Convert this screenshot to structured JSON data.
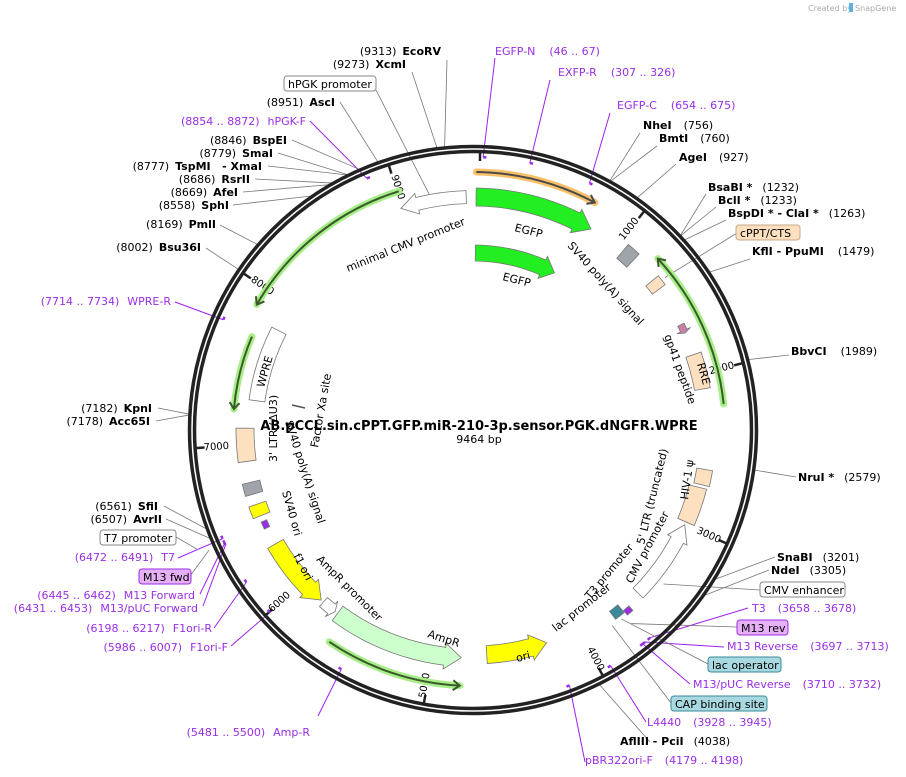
{
  "credit": {
    "created_by": "Created by",
    "brand": "SnapGene"
  },
  "plasmid": {
    "name": "AB.pCCL.sin.cPPT.GFP.miR-210-3p.sensor.PGK.dNGFR.WPRE",
    "length_label": "9464 bp",
    "length": 9464
  },
  "ticks": [
    "1000",
    "2000",
    "3000",
    "4000",
    "5000",
    "6000",
    "7000",
    "8000",
    "9000"
  ],
  "enzymes": [
    {
      "pos": "(9313)",
      "name": "EcoRV",
      "bp": 9313
    },
    {
      "pos": "(9273)",
      "name": "XcmI",
      "bp": 9273
    },
    {
      "pos": "(8951)",
      "name": "AscI",
      "bp": 8951
    },
    {
      "pos": "(8846)",
      "name": "BspEI",
      "bp": 8846
    },
    {
      "pos": "(8779)",
      "name": "SmaI",
      "bp": 8779
    },
    {
      "pos": "(8777)",
      "name": "TspMI   - XmaI",
      "bp": 8777
    },
    {
      "pos": "(8686)",
      "name": "RsrII",
      "bp": 8686
    },
    {
      "pos": "(8669)",
      "name": "AfeI",
      "bp": 8669
    },
    {
      "pos": "(8558)",
      "name": "SphI",
      "bp": 8558
    },
    {
      "pos": "(8169)",
      "name": "PmlI",
      "bp": 8169
    },
    {
      "pos": "(8002)",
      "name": "Bsu36I",
      "bp": 8002
    },
    {
      "pos": "(7182)",
      "name": "KpnI",
      "bp": 7182
    },
    {
      "pos": "(7178)",
      "name": "Acc65I",
      "bp": 7178
    },
    {
      "pos": "(6561)",
      "name": "SfiI",
      "bp": 6561
    },
    {
      "pos": "(6507)",
      "name": "AvrII",
      "bp": 6507
    },
    {
      "pos": "(756)",
      "name": "NheI",
      "bp": 756
    },
    {
      "pos": "(760)",
      "name": "BmtI",
      "bp": 760
    },
    {
      "pos": "(927)",
      "name": "AgeI",
      "bp": 927
    },
    {
      "pos": "(1232)",
      "name": "BsaBI *",
      "bp": 1232
    },
    {
      "pos": "(1233)",
      "name": "BclI *",
      "bp": 1233
    },
    {
      "pos": "(1263)",
      "name": "BspDI *  - ClaI *",
      "bp": 1263
    },
    {
      "pos": "(1479)",
      "name": "KflI   - PpuMI",
      "bp": 1479
    },
    {
      "pos": "(1989)",
      "name": "BbvCI",
      "bp": 1989
    },
    {
      "pos": "(2579)",
      "name": "NruI *",
      "bp": 2579
    },
    {
      "pos": "(3201)",
      "name": "SnaBI",
      "bp": 3201
    },
    {
      "pos": "(3305)",
      "name": "NdeI",
      "bp": 3305
    },
    {
      "pos": "(4038)",
      "name": "AflIII   - PciI",
      "bp": 4038
    }
  ],
  "primers": [
    {
      "name": "EGFP-N",
      "range": "(46 .. 67)",
      "bp": 56
    },
    {
      "name": "EXFP-R",
      "range": "(307 .. 326)",
      "bp": 316
    },
    {
      "name": "EGFP-C",
      "range": "(654 .. 675)",
      "bp": 664
    },
    {
      "name": "hPGK-F",
      "range": "(8854 .. 8872)",
      "bp": 8863
    },
    {
      "name": "WPRE-R",
      "range": "(7714 .. 7734)",
      "bp": 7724
    },
    {
      "name": "T7",
      "range": "(6472 .. 6491)",
      "bp": 6481
    },
    {
      "name": "M13 Forward",
      "range": "(6445 .. 6462)",
      "bp": 6453
    },
    {
      "name": "M13/pUC Forward",
      "range": "(6431 .. 6453)",
      "bp": 6442
    },
    {
      "name": "F1ori-R",
      "range": "(6198 .. 6217)",
      "bp": 6207
    },
    {
      "name": "F1ori-F",
      "range": "(5986 .. 6007)",
      "bp": 5996
    },
    {
      "name": "Amp-R",
      "range": "(5481 .. 5500)",
      "bp": 5490
    },
    {
      "name": "T3",
      "range": "(3658 .. 3678)",
      "bp": 3668
    },
    {
      "name": "M13 Reverse",
      "range": "(3697 .. 3713)",
      "bp": 3705
    },
    {
      "name": "M13/pUC Reverse",
      "range": "(3710 .. 3732)",
      "bp": 3721
    },
    {
      "name": "L4440",
      "range": "(3928 .. 3945)",
      "bp": 3936
    },
    {
      "name": "pBR322ori-F",
      "range": "(4179 .. 4198)",
      "bp": 4188
    }
  ],
  "boxed_features": {
    "hpgk_promoter": "hPGK promoter",
    "cppt_cts": "cPPT/CTS",
    "t7_promoter": "T7 promoter",
    "m13_fwd": "M13 fwd",
    "cmv_enhancer": "CMV enhancer",
    "m13_rev": "M13 rev",
    "lac_operator": "lac operator",
    "cap_binding_site": "CAP binding site"
  },
  "feature_labels": {
    "egfp1": "EGFP",
    "egfp2": "EGFP",
    "minimal_cmv": "minimal CMV promoter",
    "sv40_polya_1": "SV40 poly(A) signal",
    "gp41": "gp41 peptide",
    "rre": "RRE",
    "hiv_psi": "HIV-1 ψ",
    "ltr5": "5' LTR (truncated)",
    "cmv_promoter": "CMV promoter",
    "t3_promoter": "T3 promoter",
    "lac_promoter": "lac promoter",
    "ori": "ori",
    "ampr": "AmpR",
    "ampr_promoter": "AmpR promoter",
    "f1_ori": "f1 ori",
    "sv40_ori": "SV40 ori",
    "sv40_polya_2": "SV40 poly(A) signal",
    "ltr3": "3' LTR (ΔU3)",
    "wpre": "WPRE",
    "factor_xa": "Factor Xa site"
  },
  "features": [
    {
      "id": "orf-top",
      "start": 20,
      "end": 740,
      "r": 258,
      "w": 3,
      "dir": 1,
      "fill": "#4a4a4a",
      "glow": "#f8c068"
    },
    {
      "id": "egfp1",
      "start": 20,
      "end": 800,
      "r": 233,
      "w": 18,
      "dir": 1,
      "fill": "#22ee22"
    },
    {
      "id": "egfp2",
      "start": 20,
      "end": 720,
      "r": 177,
      "w": 16,
      "dir": 1,
      "fill": "#22ee22"
    },
    {
      "id": "minimal-cmv",
      "start": 8990,
      "end": 9420,
      "r": 233,
      "w": 13,
      "dir": -1,
      "fill": "#ffffff"
    },
    {
      "id": "sv40-polya-1",
      "start": 1050,
      "end": 1140,
      "r": 233,
      "w": 18,
      "dir": 0,
      "fill": "#a0a4ab"
    },
    {
      "id": "cppt",
      "start": 1320,
      "end": 1390,
      "r": 233,
      "w": 16,
      "dir": 0,
      "fill": "#fde0c0"
    },
    {
      "id": "orf-right",
      "start": 1240,
      "end": 2210,
      "r": 252,
      "w": 3,
      "dir": -1,
      "fill": "#3a5a2a",
      "glow": "#a8ee88"
    },
    {
      "id": "gp41",
      "start": 1660,
      "end": 1720,
      "r": 233,
      "w": 7,
      "dir": 1,
      "fill": "#c880a8"
    },
    {
      "id": "rre",
      "start": 1870,
      "end": 2100,
      "r": 233,
      "w": 16,
      "dir": 0,
      "fill": "#fde0c0"
    },
    {
      "id": "hiv-psi",
      "start": 2620,
      "end": 2720,
      "r": 235,
      "w": 16,
      "dir": 0,
      "fill": "#fde0c0"
    },
    {
      "id": "ltr5",
      "start": 2740,
      "end": 2980,
      "r": 232,
      "w": 18,
      "dir": 0,
      "fill": "#fde0c0"
    },
    {
      "id": "cmv-promoter",
      "start": 3000,
      "end": 3540,
      "r": 232,
      "w": 14,
      "dir": -1,
      "fill": "#ffffff"
    },
    {
      "id": "lac",
      "start": 3690,
      "end": 3760,
      "r": 232,
      "w": 10,
      "dir": 0,
      "fill": "#3a8a9a"
    },
    {
      "id": "t3",
      "start": 3640,
      "end": 3685,
      "r": 238,
      "w": 6,
      "dir": 0,
      "fill": "#9a2ee6"
    },
    {
      "id": "ori",
      "start": 4230,
      "end": 4640,
      "r": 225,
      "w": 18,
      "dir": -1,
      "fill": "#ffff00"
    },
    {
      "id": "ampr",
      "start": 4810,
      "end": 5690,
      "r": 228,
      "w": 18,
      "dir": -1,
      "fill": "#ccffcc"
    },
    {
      "id": "ampr-promoter",
      "start": 5710,
      "end": 5810,
      "r": 228,
      "w": 12,
      "dir": -1,
      "fill": "#ffffff"
    },
    {
      "id": "orf-bottom",
      "start": 4810,
      "end": 5630,
      "r": 256,
      "w": 3,
      "dir": -1,
      "fill": "#3a5a2a",
      "glow": "#a8ee88"
    },
    {
      "id": "f1-ori",
      "start": 5830,
      "end": 6310,
      "r": 228,
      "w": 18,
      "dir": -1,
      "fill": "#ffff00"
    },
    {
      "id": "sv40-ori-mark",
      "start": 6430,
      "end": 6480,
      "r": 228,
      "w": 6,
      "dir": 0,
      "fill": "#9a2ee6"
    },
    {
      "id": "sv40-ori",
      "start": 6520,
      "end": 6600,
      "r": 228,
      "w": 18,
      "dir": 0,
      "fill": "#ffff00"
    },
    {
      "id": "sv40-polya-2",
      "start": 6670,
      "end": 6750,
      "r": 228,
      "w": 18,
      "dir": 0,
      "fill": "#a0a4ab"
    },
    {
      "id": "ltr3",
      "start": 6890,
      "end": 7110,
      "r": 228,
      "w": 18,
      "dir": 0,
      "fill": "#fde0c0"
    },
    {
      "id": "wpre",
      "start": 7300,
      "end": 7810,
      "r": 218,
      "w": 16,
      "dir": 0,
      "fill": "#ffffff"
    },
    {
      "id": "orf-left1",
      "start": 7230,
      "end": 7700,
      "r": 240,
      "w": 3,
      "dir": -1,
      "fill": "#3a5a2a",
      "glow": "#a8ee88"
    },
    {
      "id": "orf-left2",
      "start": 7890,
      "end": 9010,
      "r": 250,
      "w": 3,
      "dir": -1,
      "fill": "#3a5a2a",
      "glow": "#a8ee88"
    }
  ],
  "colors": {
    "primer": "#9a2ee6",
    "egfp": "#22ee22",
    "ori": "#ffff00",
    "ampr": "#ccffcc",
    "ltr": "#fde0c0",
    "lac_operator": "#a8d8e0",
    "m13": "#e6b0f5",
    "backbone": "#222222"
  }
}
